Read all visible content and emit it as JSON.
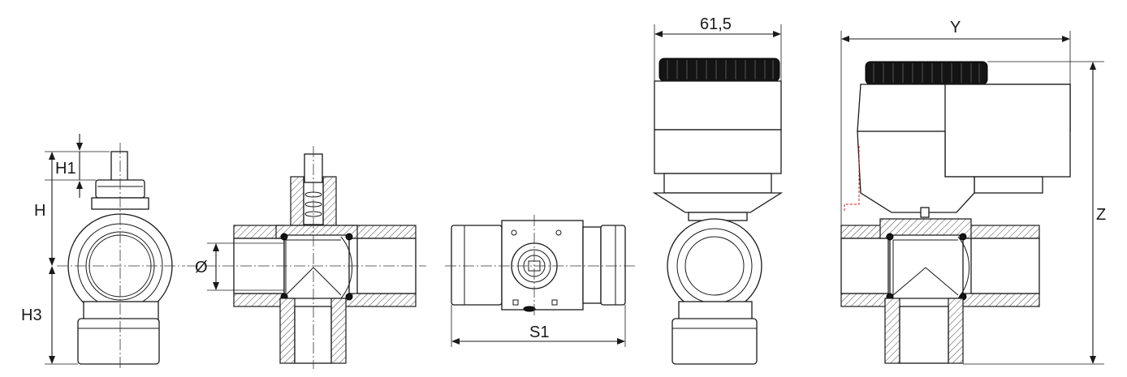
{
  "dimensions": {
    "h1": "H1",
    "h": "H",
    "h3": "H3",
    "diameter": "Ø",
    "s1": "S1",
    "width_615": "61,5",
    "y": "Y",
    "z": "Z"
  },
  "colors": {
    "line": "#1a1a1a",
    "knob": "#141414",
    "guide": "#d02020"
  }
}
